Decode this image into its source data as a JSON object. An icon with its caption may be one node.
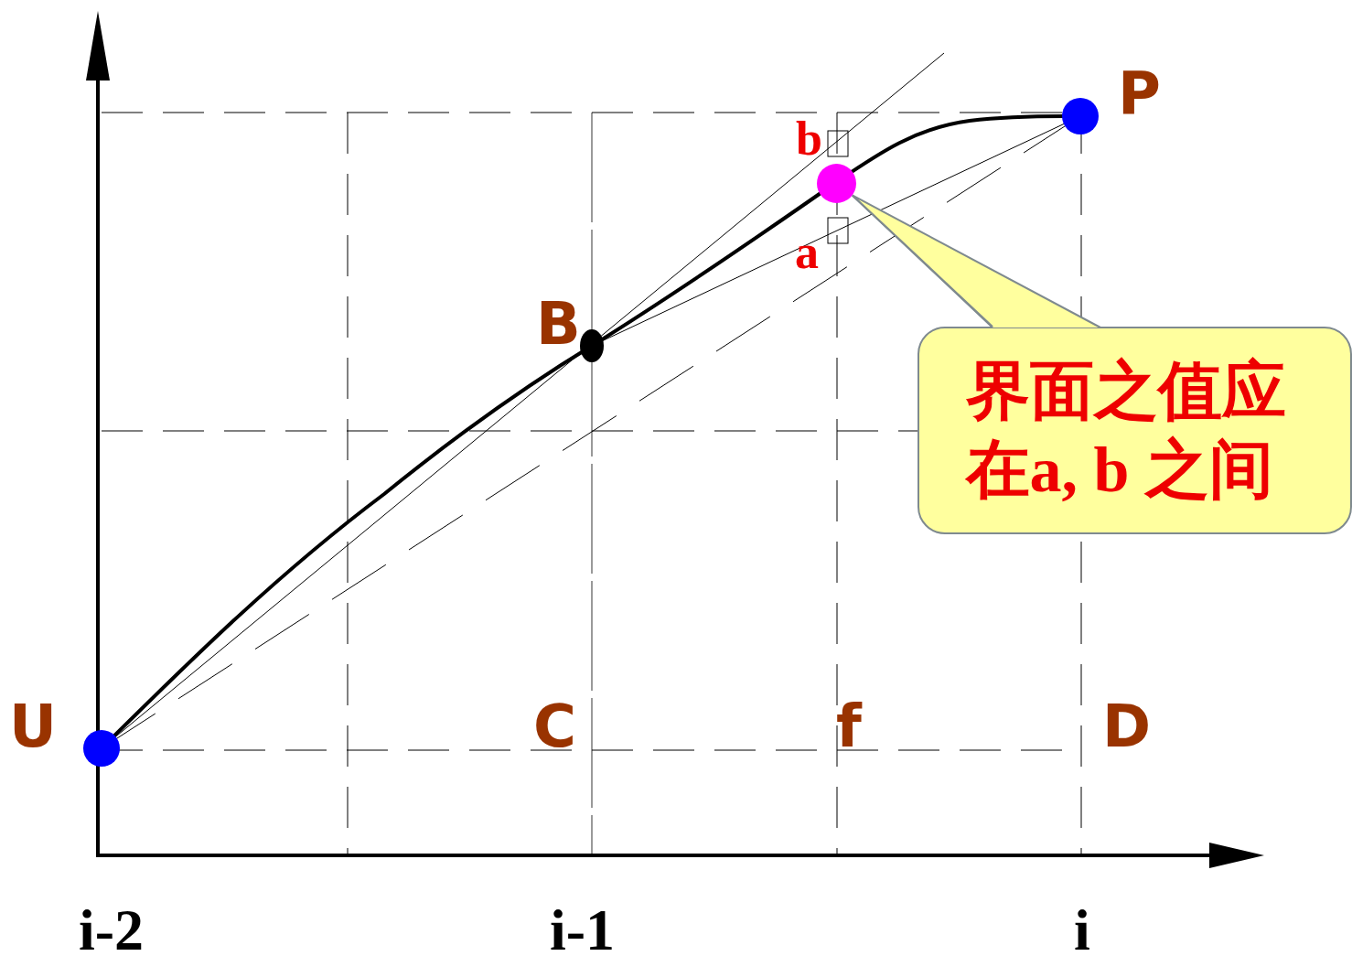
{
  "diagram": {
    "nodes": [
      {
        "text": [],
        "shape": "circle"
      },
      {
        "text": [
          "界面之值应在a, b 之间"
        ]
      }
    ],
    "edges": [
      {
        "from": 1,
        "to": 0,
        "arrow": "none"
      }
    ],
    "labels": [
      "P",
      "b",
      "a",
      "B",
      "U",
      "C",
      "f",
      "D",
      "i-2",
      "i-1",
      "i"
    ]
  }
}
